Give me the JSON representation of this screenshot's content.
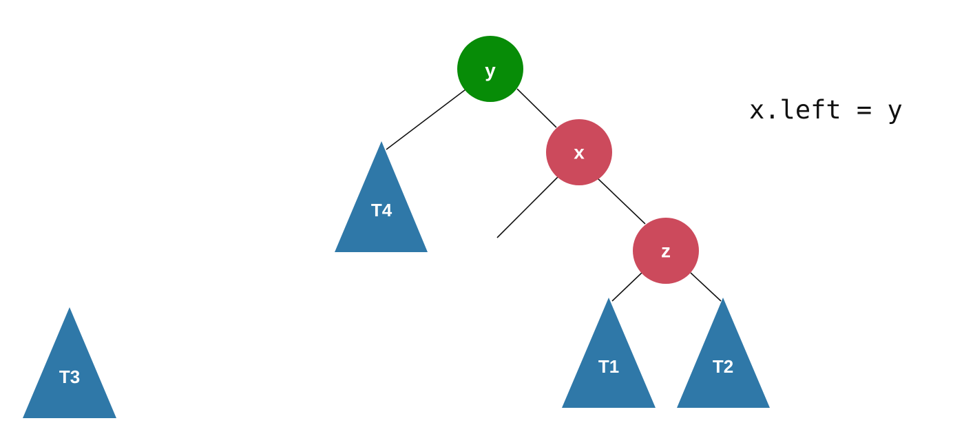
{
  "nodes": {
    "y": {
      "label": "y",
      "color": "#078c07"
    },
    "x": {
      "label": "x",
      "color": "#cc4a5c"
    },
    "z": {
      "label": "z",
      "color": "#cc4a5c"
    }
  },
  "subtrees": {
    "t1": {
      "label": "T1"
    },
    "t2": {
      "label": "T2"
    },
    "t3": {
      "label": "T3"
    },
    "t4": {
      "label": "T4"
    }
  },
  "subtree_color": "#2f78a8",
  "annotation": "x.left = y"
}
